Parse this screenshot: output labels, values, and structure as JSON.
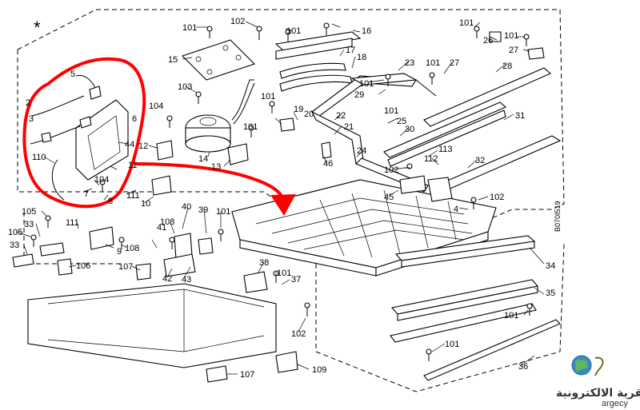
{
  "diagram": {
    "asterisk": "*",
    "reference_code": "B070I519",
    "callouts": [
      {
        "id": "c102a",
        "text": "102"
      },
      {
        "id": "c101a",
        "text": "101"
      },
      {
        "id": "c101b",
        "text": "101"
      },
      {
        "id": "c16",
        "text": "16"
      },
      {
        "id": "c101c",
        "text": "101"
      },
      {
        "id": "c26",
        "text": "26"
      },
      {
        "id": "c101d",
        "text": "101"
      },
      {
        "id": "c15",
        "text": "15"
      },
      {
        "id": "c17",
        "text": "17"
      },
      {
        "id": "c18",
        "text": "18"
      },
      {
        "id": "c23",
        "text": "23"
      },
      {
        "id": "c101e",
        "text": "101"
      },
      {
        "id": "c27a",
        "text": "27"
      },
      {
        "id": "c27b",
        "text": "27"
      },
      {
        "id": "c28",
        "text": "28"
      },
      {
        "id": "c5",
        "text": "5"
      },
      {
        "id": "c103",
        "text": "103"
      },
      {
        "id": "c101f",
        "text": "101"
      },
      {
        "id": "c101g",
        "text": "101"
      },
      {
        "id": "c29",
        "text": "29"
      },
      {
        "id": "c2",
        "text": "2"
      },
      {
        "id": "c3",
        "text": "3"
      },
      {
        "id": "c104a",
        "text": "104"
      },
      {
        "id": "c101h",
        "text": "101"
      },
      {
        "id": "c19",
        "text": "19"
      },
      {
        "id": "c20",
        "text": "20"
      },
      {
        "id": "c22",
        "text": "22"
      },
      {
        "id": "c25",
        "text": "25"
      },
      {
        "id": "c6",
        "text": "6"
      },
      {
        "id": "c101i",
        "text": "101"
      },
      {
        "id": "c21",
        "text": "21"
      },
      {
        "id": "c30",
        "text": "30"
      },
      {
        "id": "c31",
        "text": "31"
      },
      {
        "id": "c12",
        "text": "12"
      },
      {
        "id": "c44",
        "text": "44"
      },
      {
        "id": "c14",
        "text": "14"
      },
      {
        "id": "c24",
        "text": "24"
      },
      {
        "id": "c113",
        "text": "113"
      },
      {
        "id": "c110",
        "text": "110"
      },
      {
        "id": "c13",
        "text": "13"
      },
      {
        "id": "c46",
        "text": "46"
      },
      {
        "id": "c112",
        "text": "112"
      },
      {
        "id": "c11",
        "text": "11"
      },
      {
        "id": "c102b",
        "text": "102"
      },
      {
        "id": "c32",
        "text": "32"
      },
      {
        "id": "c104b",
        "text": "104"
      },
      {
        "id": "c7",
        "text": "7"
      },
      {
        "id": "c111a",
        "text": "111"
      },
      {
        "id": "c8",
        "text": "8"
      },
      {
        "id": "c10",
        "text": "10"
      },
      {
        "id": "c45",
        "text": "45"
      },
      {
        "id": "c4",
        "text": "4"
      },
      {
        "id": "c102c",
        "text": "102"
      },
      {
        "id": "c105a",
        "text": "105"
      },
      {
        "id": "c33a",
        "text": "33"
      },
      {
        "id": "c111b",
        "text": "111"
      },
      {
        "id": "c40",
        "text": "40"
      },
      {
        "id": "c39",
        "text": "39"
      },
      {
        "id": "c101j",
        "text": "101"
      },
      {
        "id": "c105b",
        "text": "105"
      },
      {
        "id": "c9",
        "text": "9"
      },
      {
        "id": "c108a",
        "text": "108"
      },
      {
        "id": "c108b",
        "text": "108"
      },
      {
        "id": "c41",
        "text": "41"
      },
      {
        "id": "c33b",
        "text": "33"
      },
      {
        "id": "c106",
        "text": "106"
      },
      {
        "id": "c107a",
        "text": "107"
      },
      {
        "id": "c42",
        "text": "42"
      },
      {
        "id": "c43",
        "text": "43"
      },
      {
        "id": "c38",
        "text": "38"
      },
      {
        "id": "c101k",
        "text": "101"
      },
      {
        "id": "c37",
        "text": "37"
      },
      {
        "id": "c34",
        "text": "34"
      },
      {
        "id": "c35",
        "text": "35"
      },
      {
        "id": "c101l",
        "text": "101"
      },
      {
        "id": "c102d",
        "text": "102"
      },
      {
        "id": "c101m",
        "text": "101"
      },
      {
        "id": "c36",
        "text": "36"
      },
      {
        "id": "c107b",
        "text": "107"
      },
      {
        "id": "c109",
        "text": "109"
      }
    ]
  },
  "highlight": {
    "color": "#ff0000"
  },
  "logo": {
    "arabic": "القرية الالكترونية",
    "latin": "argecy"
  }
}
